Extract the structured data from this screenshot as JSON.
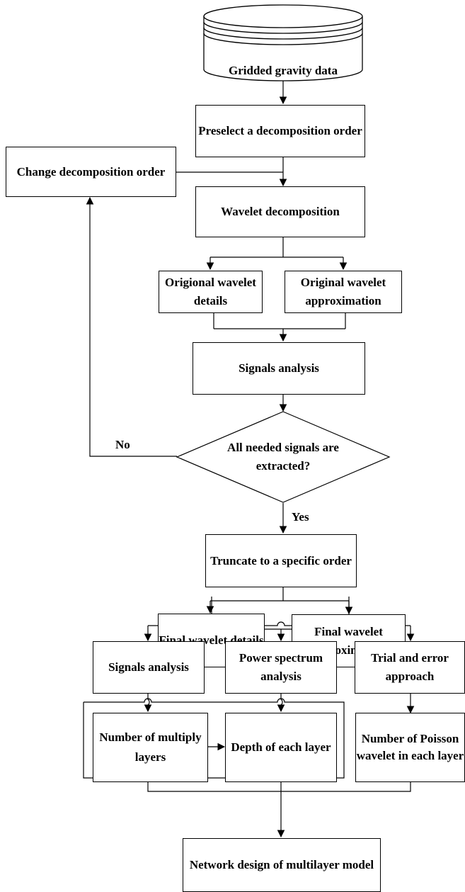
{
  "nodes": {
    "gridded_gravity_data": "Gridded gravity data",
    "preselect_order": "Preselect a decomposition order",
    "change_order": "Change decomposition order",
    "wavelet_decomposition": "Wavelet decomposition",
    "original_details": "Origional wavelet details",
    "original_approximation": "Original wavelet approximation",
    "signals_analysis_1": "Signals analysis",
    "decision": "All needed signals are extracted?",
    "truncate": "Truncate to a specific order",
    "final_details": "Final wavelet details",
    "final_approximation": "Final wavelet approximation",
    "signals_analysis_2": "Signals analysis",
    "power_spectrum": "Power spectrum analysis",
    "trial_error": "Trial and error approach",
    "number_layers": "Number of multiply layers",
    "depth_layer": "Depth of each layer",
    "number_poisson": "Number of Poisson wavelet in each layer",
    "network_design": "Network design of multilayer model"
  },
  "edge_labels": {
    "no": "No",
    "yes": "Yes"
  },
  "colors": {
    "stroke": "#000000",
    "background": "#ffffff"
  }
}
